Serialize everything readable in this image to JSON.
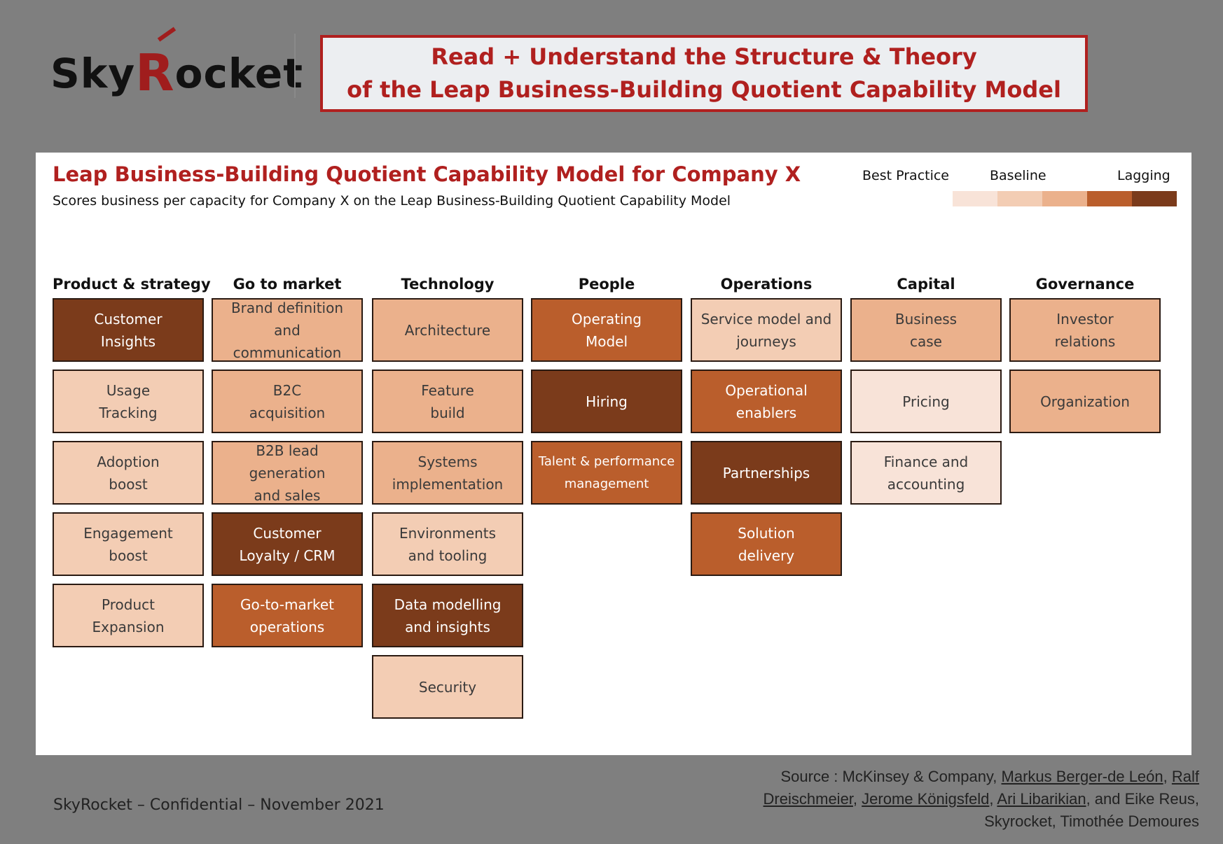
{
  "logo": {
    "part1": "Sky",
    "r": "R",
    "part2": "ocket"
  },
  "behind_title": "odel",
  "banner": {
    "line1": "Read + Understand the Structure & Theory",
    "line2": "of the Leap Business-Building Quotient Capability Model"
  },
  "card": {
    "title": "Leap Business-Building Quotient Capability Model for Company X",
    "subtitle": "Scores business per capacity for Company X on the Leap Business-Building Quotient Capability Model"
  },
  "legend": {
    "best": "Best Practice",
    "baseline": "Baseline",
    "lagging": "Lagging",
    "colors": [
      "#f8e3d8",
      "#f3cdb4",
      "#ebb18c",
      "#ba5e2c",
      "#7b3b1b"
    ]
  },
  "columns": [
    {
      "name": "Product & strategy",
      "items": [
        {
          "label": "Customer\nInsights",
          "tier": 5
        },
        {
          "label": "Usage\nTracking",
          "tier": 2
        },
        {
          "label": "Adoption\nboost",
          "tier": 2
        },
        {
          "label": "Engagement\nboost",
          "tier": 2
        },
        {
          "label": "Product\nExpansion",
          "tier": 2
        }
      ]
    },
    {
      "name": "Go to market",
      "items": [
        {
          "label": "Brand definition and\ncommunication",
          "tier": 3
        },
        {
          "label": "B2C\nacquisition",
          "tier": 3
        },
        {
          "label": "B2B lead generation\nand sales",
          "tier": 3
        },
        {
          "label": "Customer\nLoyalty / CRM",
          "tier": 5
        },
        {
          "label": "Go-to-market\noperations",
          "tier": 4
        }
      ]
    },
    {
      "name": "Technology",
      "items": [
        {
          "label": "Architecture",
          "tier": 3
        },
        {
          "label": "Feature\nbuild",
          "tier": 3
        },
        {
          "label": "Systems\nimplementation",
          "tier": 3
        },
        {
          "label": "Environments\nand tooling",
          "tier": 2
        },
        {
          "label": "Data modelling\nand insights",
          "tier": 5
        },
        {
          "label": "Security",
          "tier": 2
        }
      ]
    },
    {
      "name": "People",
      "items": [
        {
          "label": "Operating\nModel",
          "tier": 4
        },
        {
          "label": "Hiring",
          "tier": 5
        },
        {
          "label": "Talent & performance\nmanagement",
          "tier": 4,
          "small": true
        }
      ]
    },
    {
      "name": "Operations",
      "items": [
        {
          "label": "Service model and\njourneys",
          "tier": 2
        },
        {
          "label": "Operational\nenablers",
          "tier": 4
        },
        {
          "label": "Partnerships",
          "tier": 5
        },
        {
          "label": "Solution\ndelivery",
          "tier": 4
        }
      ]
    },
    {
      "name": "Capital",
      "items": [
        {
          "label": "Business\ncase",
          "tier": 3
        },
        {
          "label": "Pricing",
          "tier": 1
        },
        {
          "label": "Finance and\naccounting",
          "tier": 1
        }
      ]
    },
    {
      "name": "Governance",
      "items": [
        {
          "label": "Investor\nrelations",
          "tier": 3
        },
        {
          "label": "Organization",
          "tier": 3
        }
      ]
    }
  ],
  "footer": {
    "left": "SkyRocket – Confidential – November 2021",
    "source_prefix": "Source : McKinsey & Company, ",
    "author1": "Markus Berger-de León",
    "sep1": ", ",
    "author2": "Ralf Dreischmeier",
    "sep2": ", ",
    "author3": "Jerome Königsfeld",
    "sep3": ", ",
    "author4": "Ari Libarikian",
    "tail": ", and Eike Reus, Skyrocket, Timothée Demoures"
  }
}
